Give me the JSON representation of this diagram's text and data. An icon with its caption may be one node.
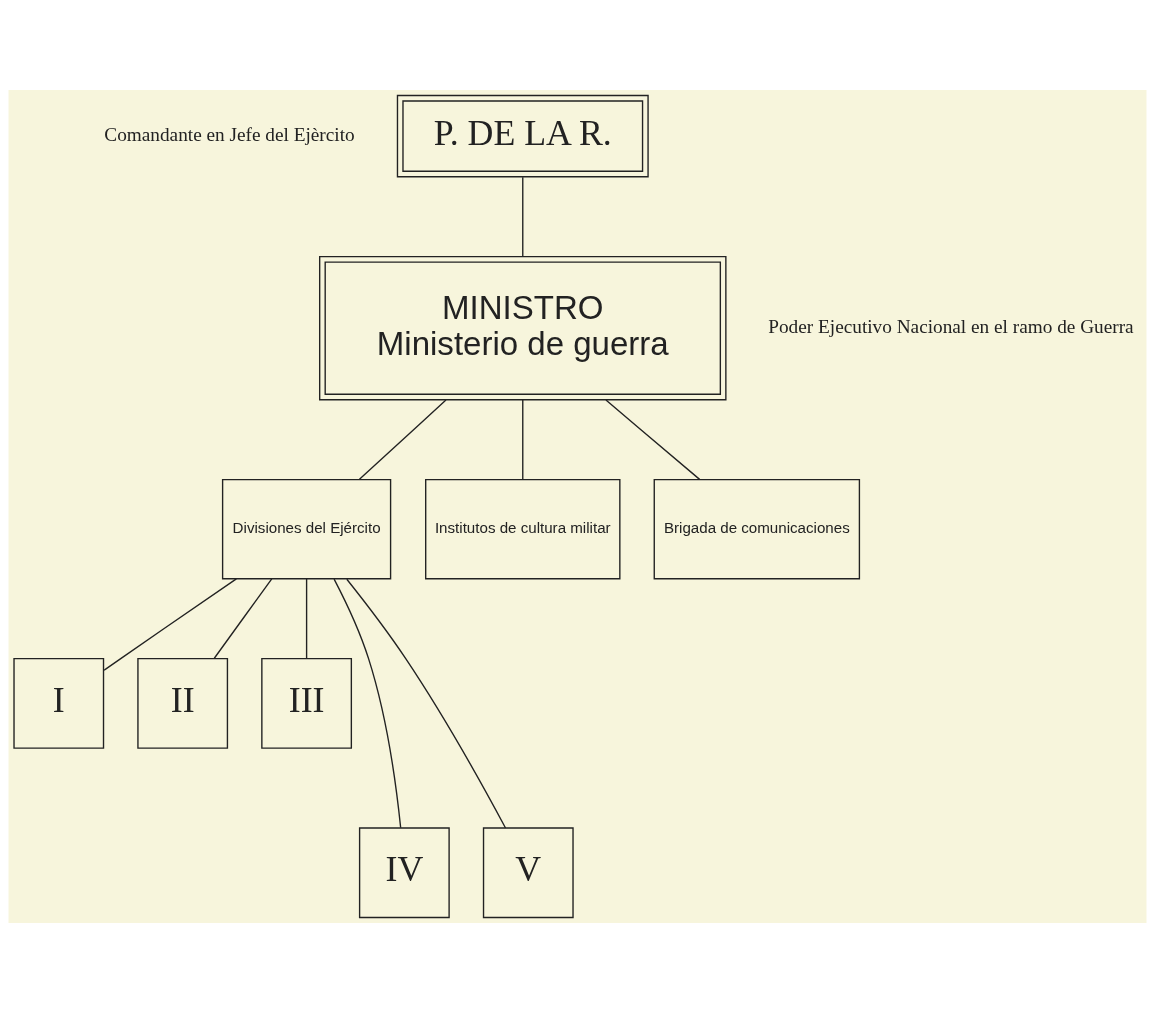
{
  "diagram": {
    "nodes": [
      {
        "text": [
          "P. DE LA R."
        ],
        "beside": [
          "Comandante en Jefe del Ejèrcito"
        ]
      },
      {
        "text": [
          "MINISTRO",
          "Ministerio de guerra"
        ]
      },
      {
        "text": [
          "Divisiones del Ejército"
        ]
      },
      {
        "text": [
          "Institutos de cultura militar"
        ]
      },
      {
        "text": [
          "I"
        ]
      },
      {
        "text": [
          "II"
        ]
      },
      {
        "text": [
          "III"
        ]
      },
      {
        "text": [
          "Brigada de comunicaciones"
        ]
      },
      {
        "text": [
          "IV"
        ]
      },
      {
        "text": [
          "V"
        ]
      }
    ],
    "edges": [
      {
        "from": 0,
        "to": 1,
        "arrow": "none"
      },
      {
        "from": 1,
        "to": 3,
        "arrow": "none"
      },
      {
        "from": 1,
        "to": 2,
        "arrow": "none"
      },
      {
        "from": 1,
        "to": 7,
        "arrow": "none"
      },
      {
        "from": 2,
        "to": 4,
        "arrow": "none"
      },
      {
        "from": 2,
        "to": 8,
        "arrow": "none"
      },
      {
        "from": 2,
        "to": 5,
        "arrow": "none"
      },
      {
        "from": 2,
        "to": 9,
        "arrow": "none"
      },
      {
        "from": 2,
        "to": 6,
        "arrow": "none"
      }
    ],
    "labels": [
      "Poder Ejecutivo Nacional en el ramo de Guerra"
    ]
  }
}
